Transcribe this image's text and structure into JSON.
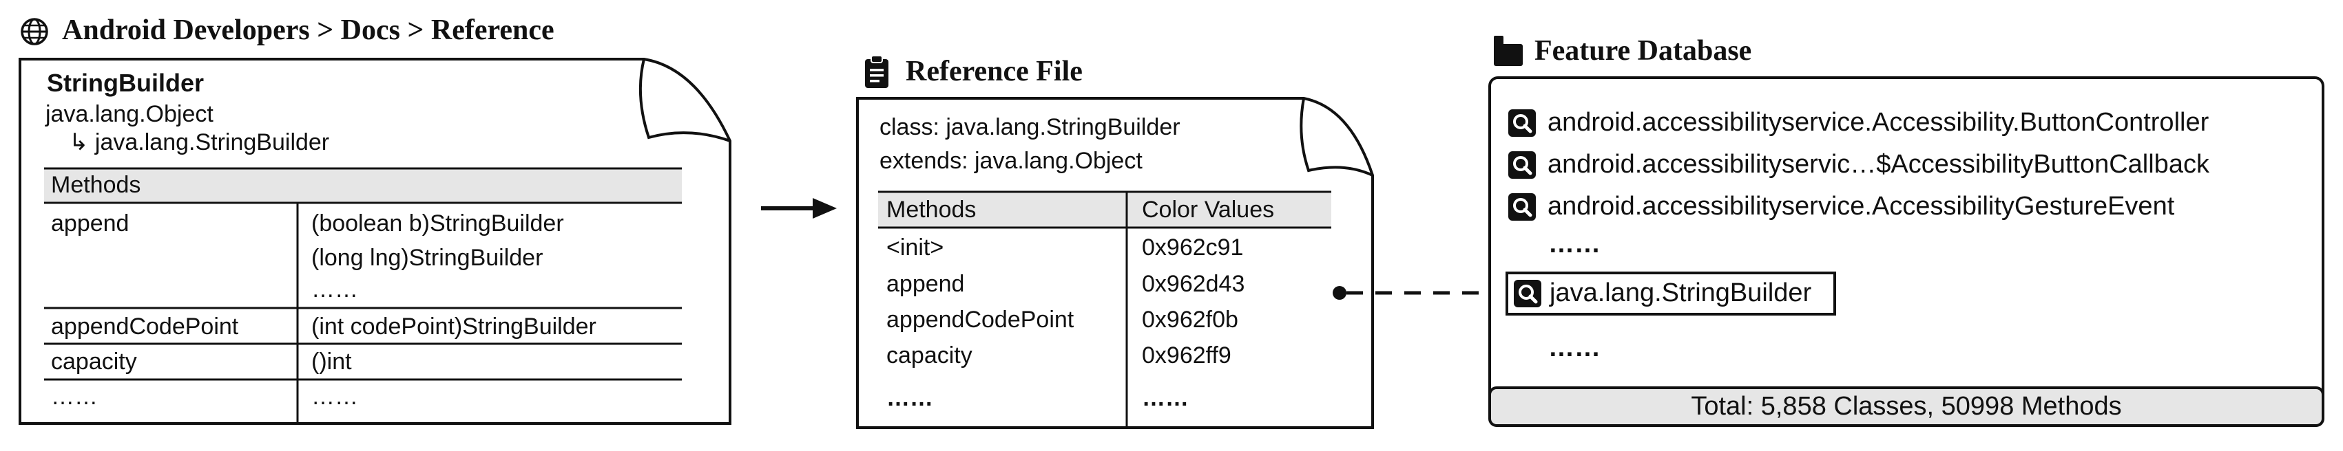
{
  "docs_panel": {
    "breadcrumb": "Android Developers > Docs > Reference",
    "class_name": "StringBuilder",
    "parent_class": "java.lang.Object",
    "child_class": "↳ java.lang.StringBuilder",
    "methods_header": "Methods",
    "rows": [
      {
        "name": "append",
        "signatures": [
          "(boolean b)StringBuilder",
          "(long lng)StringBuilder",
          "……"
        ]
      },
      {
        "name": "appendCodePoint",
        "signatures": [
          "(int codePoint)StringBuilder"
        ]
      },
      {
        "name": "capacity",
        "signatures": [
          "()int"
        ]
      },
      {
        "name": "……",
        "signatures": [
          "……"
        ]
      }
    ]
  },
  "reference_file": {
    "title": "Reference File",
    "class_line": "class: java.lang.StringBuilder",
    "extends_line": "extends: java.lang.Object",
    "col_methods": "Methods",
    "col_colors": "Color Values",
    "rows": [
      {
        "method": "<init>",
        "color": "0x962c91"
      },
      {
        "method": "append",
        "color": "0x962d43"
      },
      {
        "method": "appendCodePoint",
        "color": "0x962f0b"
      },
      {
        "method": "capacity",
        "color": "0x962ff9"
      },
      {
        "method": "……",
        "color": "……"
      }
    ]
  },
  "feature_db": {
    "title": "Feature Database",
    "items": [
      "android.accessibilityservice.Accessibility.ButtonController",
      "android.accessibilityservic…$AccessibilityButtonCallback",
      "android.accessibilityservice.AccessibilityGestureEvent"
    ],
    "ellipsis_1": "……",
    "highlighted": "java.lang.StringBuilder",
    "ellipsis_2": "……",
    "total": "Total: 5,858 Classes, 50998 Methods"
  },
  "colors": {
    "stroke": "#111111",
    "header_fill": "#e6e6e6",
    "total_fill": "#e6e6e6"
  },
  "icons": {
    "breadcrumb": "globe-icon",
    "reference_file": "clipboard-icon",
    "feature_db": "database-icon",
    "search": "magnifier-icon"
  }
}
